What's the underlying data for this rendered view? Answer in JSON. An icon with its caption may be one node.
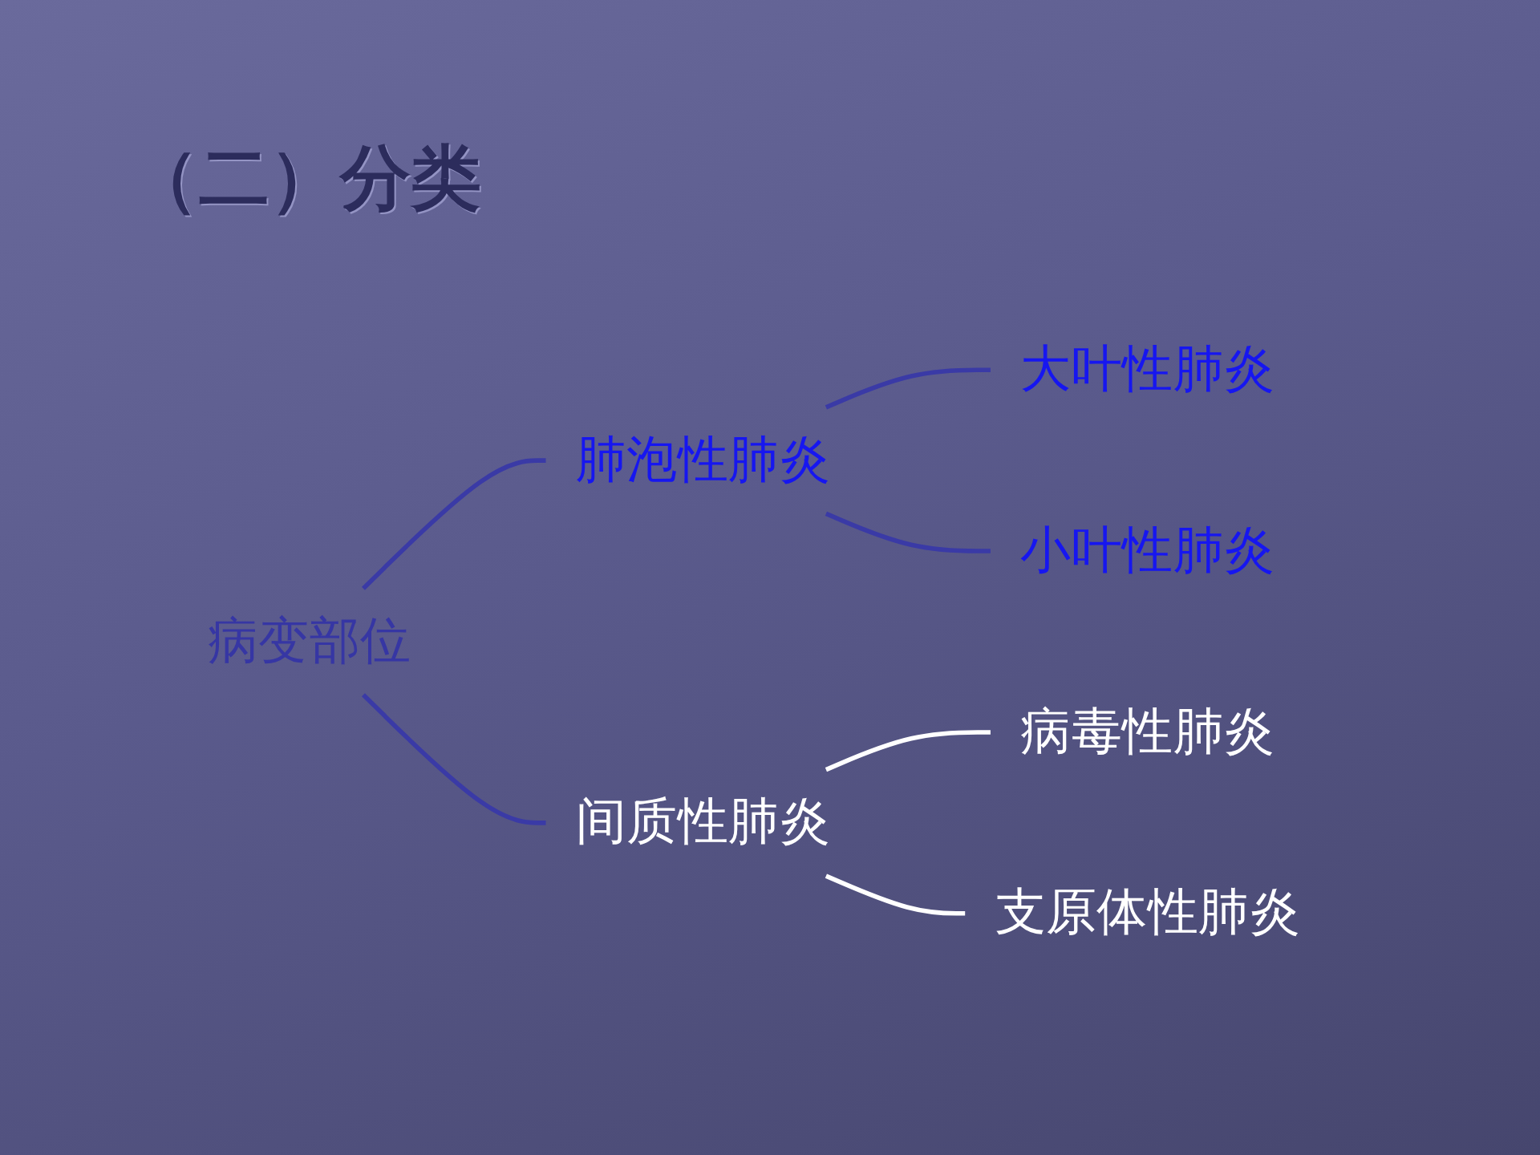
{
  "diagram": {
    "title": "（二）分类",
    "nodes": [
      {
        "text": [
          "病变部位"
        ]
      },
      {
        "text": [
          "肺泡性肺炎"
        ]
      },
      {
        "text": [
          "大叶性肺炎"
        ]
      },
      {
        "text": [
          "小叶性肺炎"
        ]
      },
      {
        "text": [
          "间质性肺炎"
        ]
      },
      {
        "text": [
          "病毒性肺炎"
        ]
      },
      {
        "text": [
          "支原体性肺炎"
        ]
      }
    ],
    "edges": [
      {
        "from": 0,
        "to": 1,
        "arrow": "none"
      },
      {
        "from": 1,
        "to": 2,
        "arrow": "none"
      },
      {
        "from": 1,
        "to": 3,
        "arrow": "none"
      },
      {
        "from": 0,
        "to": 4,
        "arrow": "none"
      },
      {
        "from": 4,
        "to": 5,
        "arrow": "none",
        "color": "#ffffff"
      },
      {
        "from": 4,
        "to": 6,
        "arrow": "none",
        "color": "#ffffff"
      }
    ]
  }
}
